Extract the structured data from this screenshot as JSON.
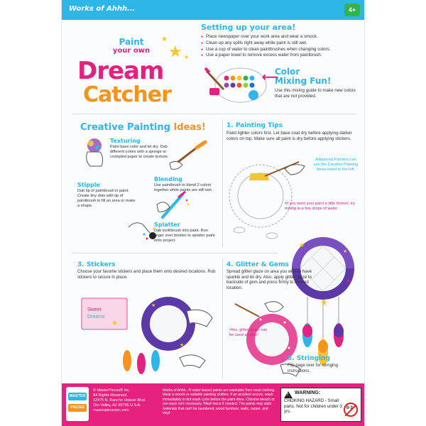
{
  "header": {
    "brand": "Works of Ahhh...",
    "age_badge": "4+"
  },
  "title": {
    "paint": "Paint",
    "your_own": "your own",
    "dream": "Dream",
    "catcher": "Catcher"
  },
  "setup": {
    "heading": "Setting up your area!",
    "items": [
      "Place newspaper over your work area and wear a smock.",
      "Clean up any spills right away while paint is still wet.",
      "Use a cup of water to clean paintbrushes when changing colors.",
      "Use a paper towel to remove excess water from paintbrush."
    ]
  },
  "color_mixing": {
    "title_line1": "Color",
    "title_line2": "Mixing Fun!",
    "text": "Use this mixing guide to make new colors that are not provided."
  },
  "creative": {
    "title_a": "Creative Painting",
    "title_b": "Ideas!",
    "techniques": [
      {
        "name": "Texturing",
        "text": "Paint base color and let dry. Dab different colors with a sponge or crumpled paper to create texture."
      },
      {
        "name": "Blending",
        "text": "Use paintbrush to blend 2 colors together while paints are still wet."
      },
      {
        "name": "Stipple",
        "text": "Dab tip of paintbrush in paint. Create tiny dots with tip of paintbrush to fill an area or make a shape."
      },
      {
        "name": "Splatter",
        "text": "Dab toothbrush into paint. Run finger over bristles to splatter paint onto project."
      }
    ]
  },
  "tips": {
    "heading": "1. Painting Tips",
    "text": "Paint lighter colors first. Let base coat dry before applying darker colors on top. Make sure all paint is dry before applying stickers.",
    "advanced": "Advanced Painters can use the Creative Painting Ideas listed to the left.",
    "thinner": "•If you want your paint a little thinner, try mixing in a few drops of water."
  },
  "steps": {
    "stickers": {
      "heading": "3. Stickers",
      "text": "Choose your favorite stickers and place them onto desired locations. Rub stickers to secure in place."
    },
    "glitter": {
      "heading": "4. Glitter & Gems",
      "text": "Spread glitter glaze on area you wish to have sparkle and let dry. Also, apply glitter glaze to backside of gem and press firmly to desired location.",
      "glue_note": "•Yes, glitter glaze can be used as glue!"
    },
    "stringing": {
      "heading": "5. Stringing",
      "text": "Flip page over for stringing instructions."
    }
  },
  "footer": {
    "logo_lines": [
      "MASTER",
      "PIECES"
    ],
    "company": [
      "© MasterPieces® Inc.",
      "All Rights Reserved.",
      "12475 N. Rancho Vistoso Blvd.",
      "Oro Valley, AZ 85755 U.S.A.",
      "masterpiecesinc.com"
    ],
    "disclaimer": "Works of Ahhh...® water-based paints are washable from most clothing. Wear a smock or suitable painting clothes. If an accident occurs, wash immediately in hot wash cycle before the paint dries. Chlorine bleach or pre-wash isn't necessary. Wash twice if needed. The paints may stain materials that can't be laundered, wood furniture, walls, carpet, and vinyl.",
    "warning_title": "WARNING:",
    "warning_text": "CHOKING HAZARD - Small parts. Not for children under 3 yrs.",
    "age_label": "0-3"
  },
  "colors": {
    "brand_blue": "#2fb6e8",
    "brand_pink": "#e3217f",
    "brand_orange": "#f7941d",
    "footer_pink": "#e7217e"
  }
}
